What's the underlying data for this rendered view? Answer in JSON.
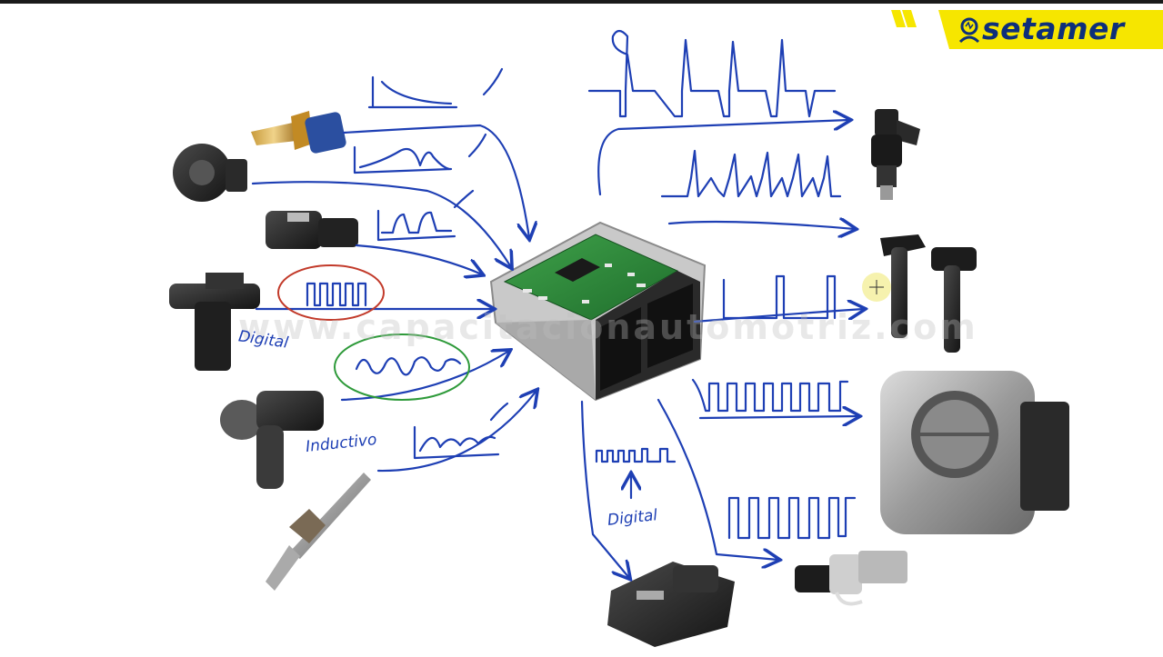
{
  "brand": {
    "logo_text": "setamer",
    "colors": {
      "yellow": "#f6e600",
      "navy": "#0d2f7a"
    }
  },
  "watermark_text": "www.capacitacionautomotriz.com",
  "annotations": {
    "maf_label": "Digital",
    "cam_label": "Inductivo",
    "pedal_label": "Digital"
  },
  "ink_colors": {
    "blue": "#1e3fb4",
    "red": "#c23a2a",
    "green": "#2e9a3a"
  },
  "components": {
    "sensors": [
      "temperature-sensor",
      "throttle-position-sensor",
      "map-sensor",
      "maf-sensor",
      "camshaft-sensor",
      "oxygen-sensor"
    ],
    "center": "ecu-module",
    "actuators": [
      "fuel-injector",
      "ignition-coils",
      "throttle-body",
      "vvt-solenoid",
      "pedal-module"
    ]
  }
}
